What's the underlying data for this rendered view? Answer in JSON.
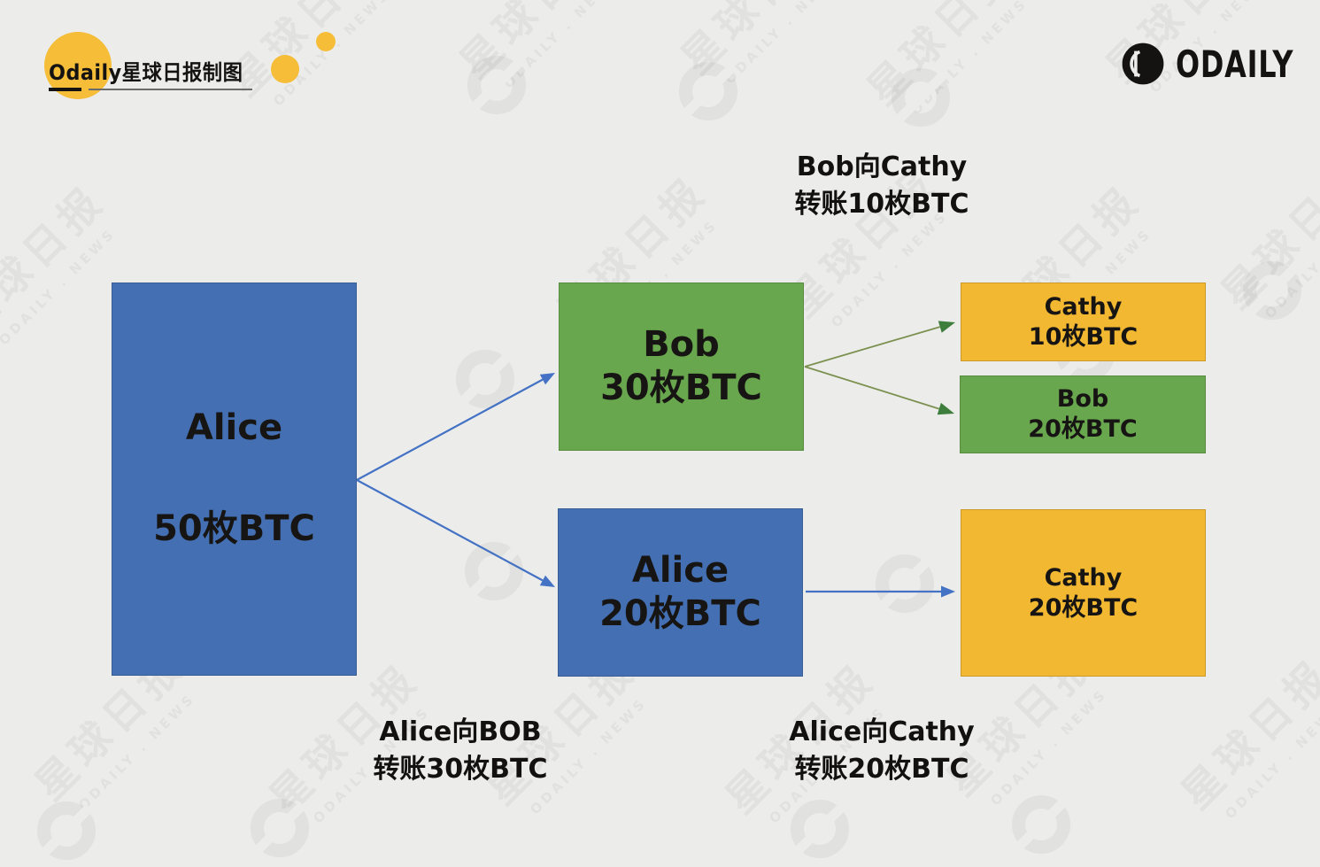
{
  "colors": {
    "bg": "#ECECEA",
    "blue": "#4470B3",
    "green": "#69A74E",
    "yellow": "#F2B832",
    "accent": "#F5BD38",
    "ink": "#171513",
    "arrow-blue": "#4472C4",
    "arrow-green-line": "#7C9150",
    "arrow-green-head": "#3E7E3C"
  },
  "header": {
    "title": "Odaily星球日报制图"
  },
  "brand": {
    "wordmark": "ODAILY"
  },
  "watermark": {
    "cn": "星球日报",
    "en": "ODAILY . NEWS"
  },
  "diagram": {
    "nodes": [
      {
        "name": "Alice",
        "amount": "50枚BTC"
      },
      {
        "name": "Bob",
        "amount": "30枚BTC"
      },
      {
        "name": "Alice",
        "amount": "20枚BTC"
      },
      {
        "name": "Cathy",
        "amount": "10枚BTC"
      },
      {
        "name": "Bob",
        "amount": "20枚BTC"
      },
      {
        "name": "Cathy",
        "amount": "20枚BTC"
      }
    ],
    "labels": [
      {
        "line1": "Bob向Cathy",
        "line2": "转账10枚BTC"
      },
      {
        "line1": "Alice向BOB",
        "line2": "转账30枚BTC"
      },
      {
        "line1": "Alice向Cathy",
        "line2": "转账20枚BTC"
      }
    ]
  }
}
